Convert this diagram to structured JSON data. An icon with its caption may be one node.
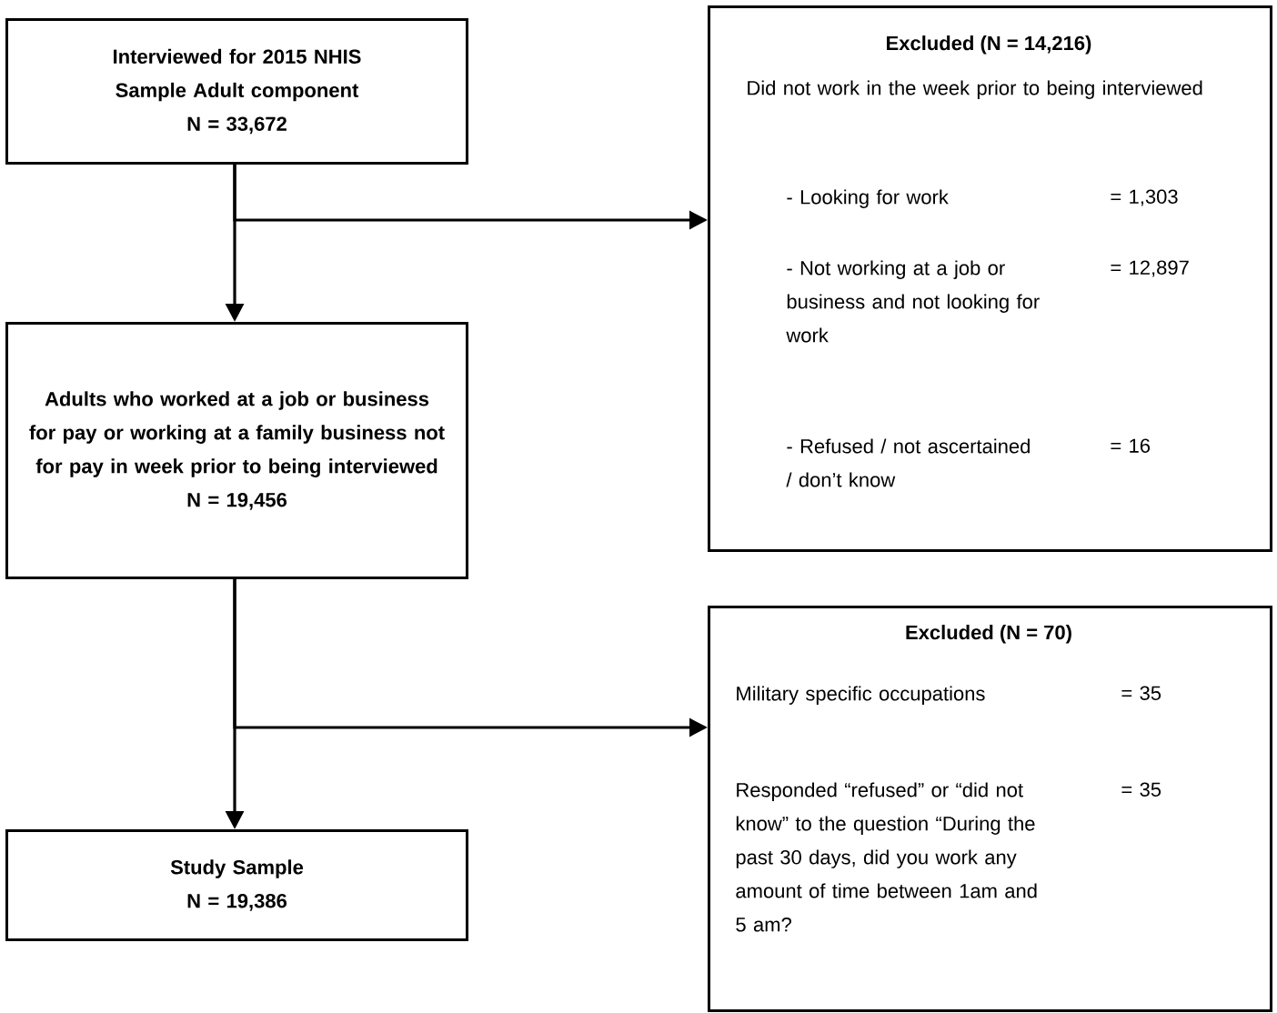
{
  "diagram": {
    "nodes": [
      {
        "text": [
          "Interviewed for 2015 NHIS Sample Adult component",
          "N = 33,672"
        ]
      },
      {
        "text": [
          "Excluded (N = 14,216)",
          "Did not work in the week prior to being interviewed",
          "- Looking for work",
          "= 1,303",
          "-  Not working at a job or business and not looking for work",
          "= 12,897",
          "- Refused / not ascertained / don’t know",
          "= 16"
        ]
      },
      {
        "text": [
          "Adults who worked at a job or business for pay or working at a family business not for pay in week prior to being interviewed",
          "N = 19,456"
        ]
      },
      {
        "text": [
          "Excluded (N = 70)",
          "Military specific occupations",
          "= 35",
          "Responded “refused” or “did not know” to the question “During the past 30 days, did you work any amount of time between 1am and 5 am?",
          "= 35"
        ]
      },
      {
        "text": [
          "Study Sample",
          "N = 19,386"
        ]
      }
    ],
    "edges": [
      {
        "from": 0,
        "to": 2,
        "arrow": "to"
      },
      {
        "from": 0,
        "to": 1,
        "arrow": "to"
      },
      {
        "from": 2,
        "to": 4,
        "arrow": "to"
      },
      {
        "from": 2,
        "to": 3,
        "arrow": "to"
      }
    ]
  }
}
